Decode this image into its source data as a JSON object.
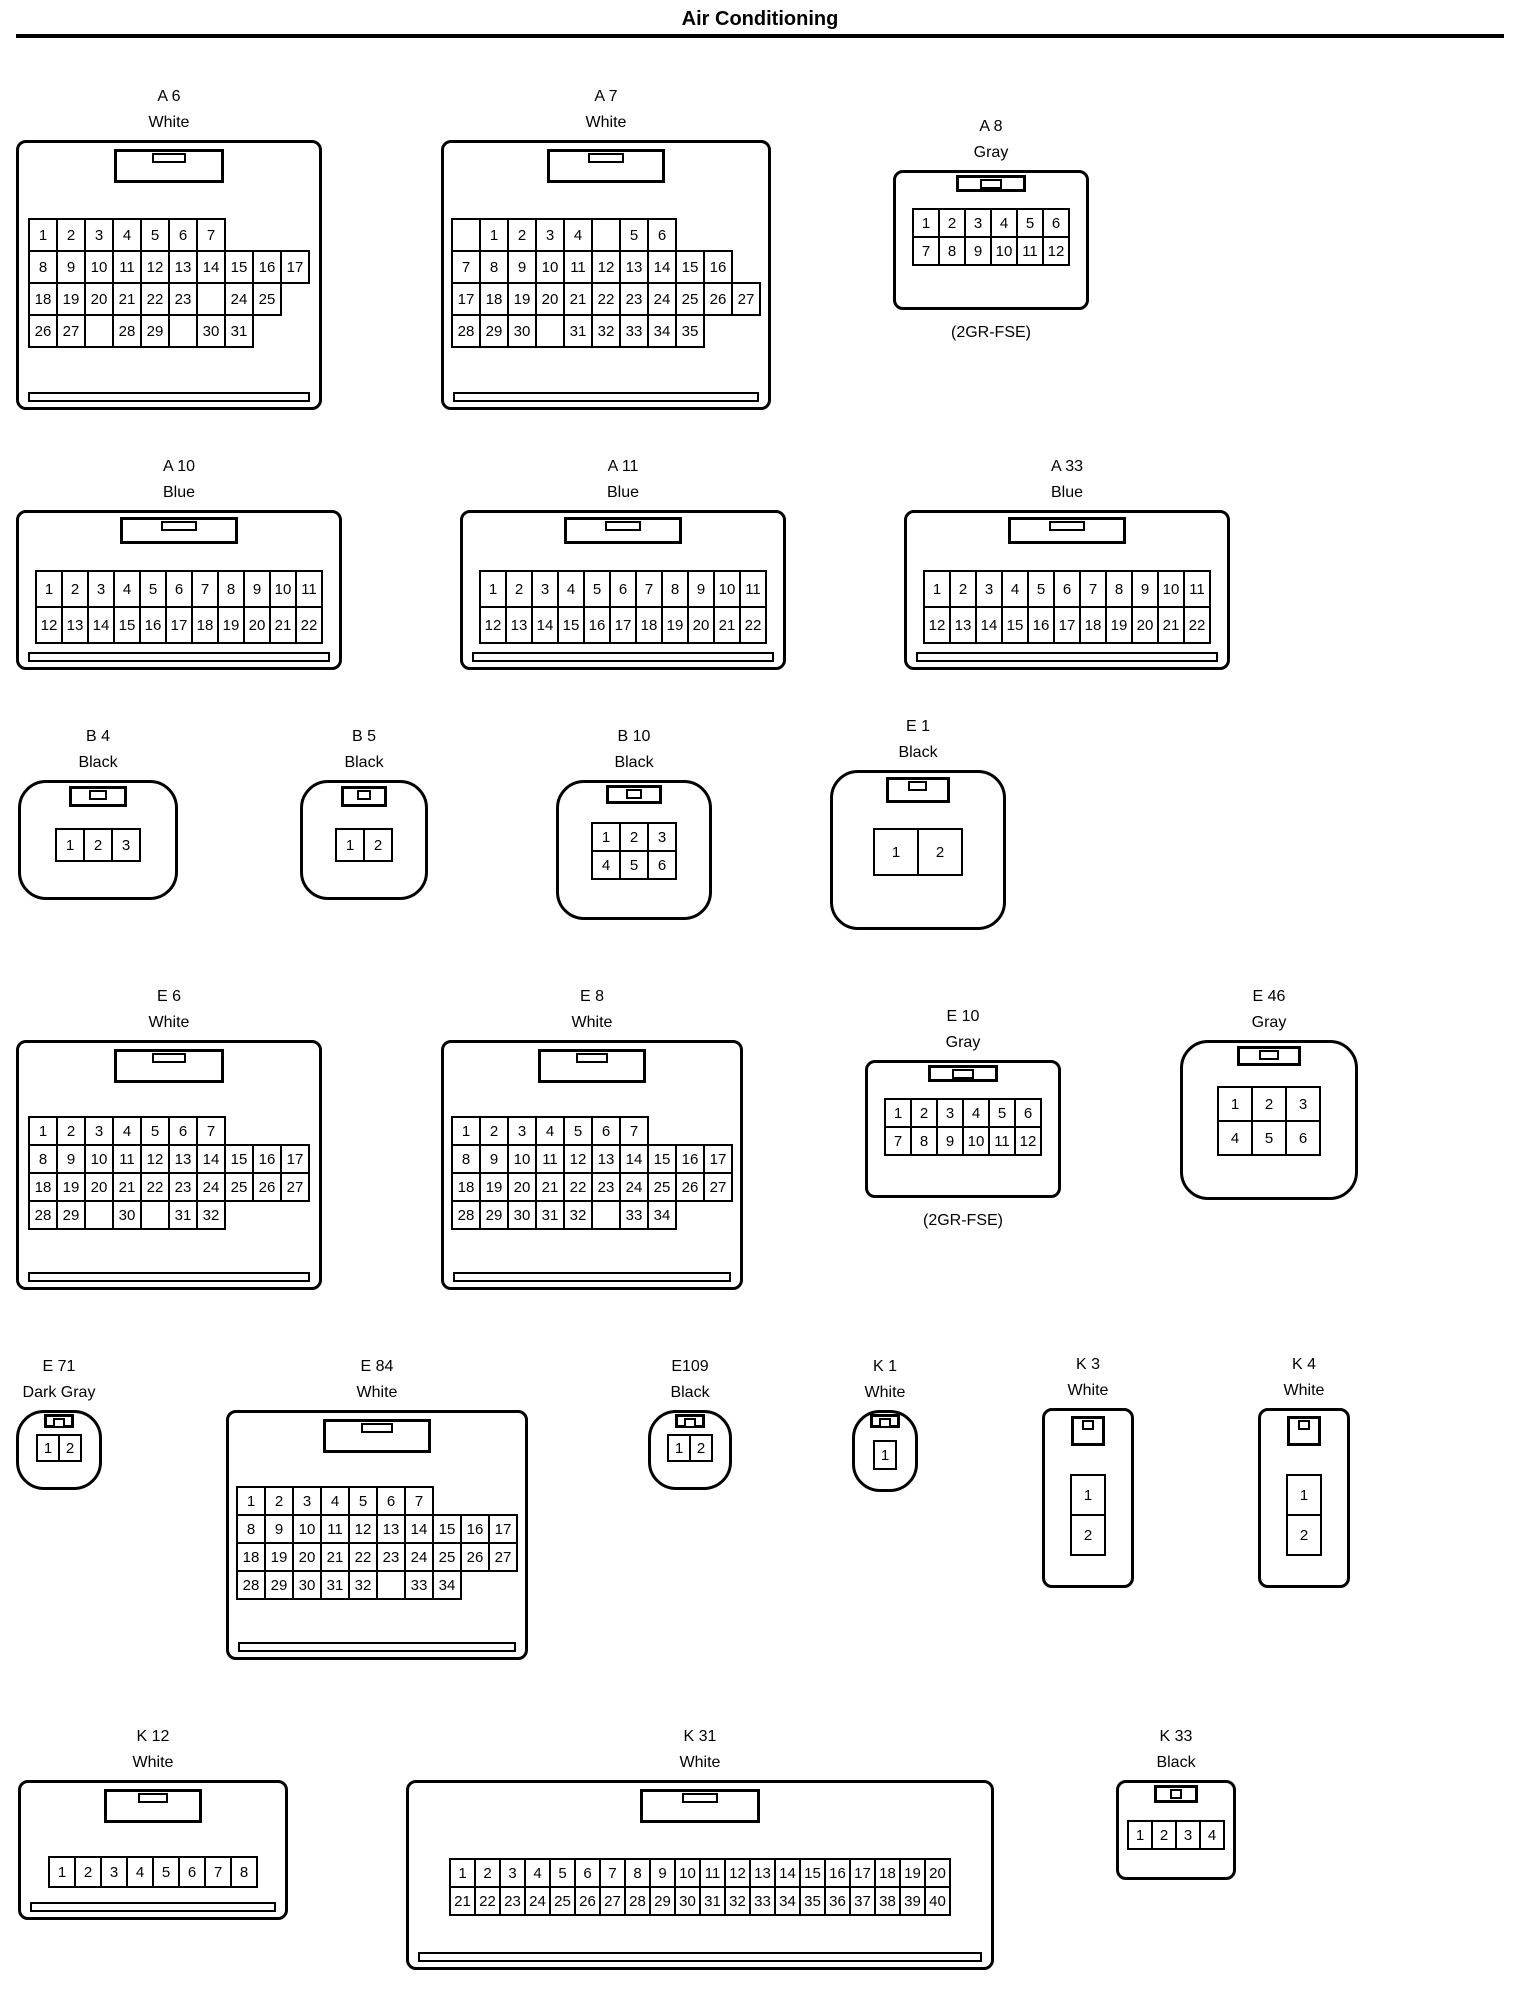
{
  "title": "Air Conditioning",
  "connectors": [
    {
      "id": "A 6",
      "color": "White",
      "rows": [
        [
          "1",
          "2",
          "3",
          "4",
          "5",
          "6",
          "7"
        ],
        [
          "8",
          "9",
          "10",
          "11",
          "12",
          "13",
          "14",
          "15",
          "16",
          "17"
        ],
        [
          "18",
          "19",
          "20",
          "21",
          "22",
          "23",
          "",
          "24",
          "25"
        ],
        [
          "26",
          "27",
          "",
          "28",
          "29",
          "",
          "30",
          "31"
        ]
      ]
    },
    {
      "id": "A 7",
      "color": "White",
      "rows": [
        [
          "",
          "1",
          "2",
          "3",
          "4",
          "",
          "5",
          "6"
        ],
        [
          "7",
          "8",
          "9",
          "10",
          "11",
          "12",
          "13",
          "14",
          "15",
          "16"
        ],
        [
          "17",
          "18",
          "19",
          "20",
          "21",
          "22",
          "23",
          "24",
          "25",
          "26",
          "27"
        ],
        [
          "28",
          "29",
          "30",
          "",
          "31",
          "32",
          "33",
          "34",
          "35"
        ]
      ]
    },
    {
      "id": "A 8",
      "color": "Gray",
      "note": "(2GR-FSE)",
      "rows": [
        [
          "1",
          "2",
          "3",
          "4",
          "5",
          "6"
        ],
        [
          "7",
          "8",
          "9",
          "10",
          "11",
          "12"
        ]
      ]
    },
    {
      "id": "A 10",
      "color": "Blue",
      "rows": [
        [
          "1",
          "2",
          "3",
          "4",
          "5",
          "6",
          "7",
          "8",
          "9",
          "10",
          "11"
        ],
        [
          "12",
          "13",
          "14",
          "15",
          "16",
          "17",
          "18",
          "19",
          "20",
          "21",
          "22"
        ]
      ]
    },
    {
      "id": "A 11",
      "color": "Blue",
      "rows": [
        [
          "1",
          "2",
          "3",
          "4",
          "5",
          "6",
          "7",
          "8",
          "9",
          "10",
          "11"
        ],
        [
          "12",
          "13",
          "14",
          "15",
          "16",
          "17",
          "18",
          "19",
          "20",
          "21",
          "22"
        ]
      ]
    },
    {
      "id": "A 33",
      "color": "Blue",
      "rows": [
        [
          "1",
          "2",
          "3",
          "4",
          "5",
          "6",
          "7",
          "8",
          "9",
          "10",
          "11"
        ],
        [
          "12",
          "13",
          "14",
          "15",
          "16",
          "17",
          "18",
          "19",
          "20",
          "21",
          "22"
        ]
      ]
    },
    {
      "id": "B 4",
      "color": "Black",
      "rows": [
        [
          "1",
          "2",
          "3"
        ]
      ]
    },
    {
      "id": "B 5",
      "color": "Black",
      "rows": [
        [
          "1",
          "2"
        ]
      ]
    },
    {
      "id": "B 10",
      "color": "Black",
      "rows": [
        [
          "1",
          "2",
          "3"
        ],
        [
          "4",
          "5",
          "6"
        ]
      ]
    },
    {
      "id": "E 1",
      "color": "Black",
      "rows": [
        [
          "1",
          "2"
        ]
      ]
    },
    {
      "id": "E 6",
      "color": "White",
      "rows": [
        [
          "1",
          "2",
          "3",
          "4",
          "5",
          "6",
          "7"
        ],
        [
          "8",
          "9",
          "10",
          "11",
          "12",
          "13",
          "14",
          "15",
          "16",
          "17"
        ],
        [
          "18",
          "19",
          "20",
          "21",
          "22",
          "23",
          "24",
          "25",
          "26",
          "27"
        ],
        [
          "28",
          "29",
          "",
          "30",
          "",
          "31",
          "32"
        ]
      ]
    },
    {
      "id": "E 8",
      "color": "White",
      "rows": [
        [
          "1",
          "2",
          "3",
          "4",
          "5",
          "6",
          "7"
        ],
        [
          "8",
          "9",
          "10",
          "11",
          "12",
          "13",
          "14",
          "15",
          "16",
          "17"
        ],
        [
          "18",
          "19",
          "20",
          "21",
          "22",
          "23",
          "24",
          "25",
          "26",
          "27"
        ],
        [
          "28",
          "29",
          "30",
          "31",
          "32",
          "",
          "33",
          "34"
        ]
      ]
    },
    {
      "id": "E 10",
      "color": "Gray",
      "note": "(2GR-FSE)",
      "rows": [
        [
          "1",
          "2",
          "3",
          "4",
          "5",
          "6"
        ],
        [
          "7",
          "8",
          "9",
          "10",
          "11",
          "12"
        ]
      ]
    },
    {
      "id": "E 46",
      "color": "Gray",
      "rows": [
        [
          "1",
          "2",
          "3"
        ],
        [
          "4",
          "5",
          "6"
        ]
      ]
    },
    {
      "id": "E 71",
      "color": "Dark Gray",
      "rows": [
        [
          "1",
          "2"
        ]
      ]
    },
    {
      "id": "E 84",
      "color": "White",
      "rows": [
        [
          "1",
          "2",
          "3",
          "4",
          "5",
          "6",
          "7"
        ],
        [
          "8",
          "9",
          "10",
          "11",
          "12",
          "13",
          "14",
          "15",
          "16",
          "17"
        ],
        [
          "18",
          "19",
          "20",
          "21",
          "22",
          "23",
          "24",
          "25",
          "26",
          "27"
        ],
        [
          "28",
          "29",
          "30",
          "31",
          "32",
          "",
          "33",
          "34"
        ]
      ]
    },
    {
      "id": "E109",
      "color": "Black",
      "rows": [
        [
          "1",
          "2"
        ]
      ]
    },
    {
      "id": "K 1",
      "color": "White",
      "rows": [
        [
          "1"
        ]
      ]
    },
    {
      "id": "K 3",
      "color": "White",
      "rows": [
        [
          "1"
        ],
        [
          "2"
        ]
      ]
    },
    {
      "id": "K 4",
      "color": "White",
      "rows": [
        [
          "1"
        ],
        [
          "2"
        ]
      ]
    },
    {
      "id": "K 12",
      "color": "White",
      "rows": [
        [
          "1",
          "2",
          "3",
          "4",
          "5",
          "6",
          "7",
          "8"
        ]
      ]
    },
    {
      "id": "K 31",
      "color": "White",
      "rows": [
        [
          "1",
          "2",
          "3",
          "4",
          "5",
          "6",
          "7",
          "8",
          "9",
          "10",
          "11",
          "12",
          "13",
          "14",
          "15",
          "16",
          "17",
          "18",
          "19",
          "20"
        ],
        [
          "21",
          "22",
          "23",
          "24",
          "25",
          "26",
          "27",
          "28",
          "29",
          "30",
          "31",
          "32",
          "33",
          "34",
          "35",
          "36",
          "37",
          "38",
          "39",
          "40"
        ]
      ]
    },
    {
      "id": "K 33",
      "color": "Black",
      "rows": [
        [
          "1",
          "2",
          "3",
          "4"
        ]
      ]
    }
  ]
}
